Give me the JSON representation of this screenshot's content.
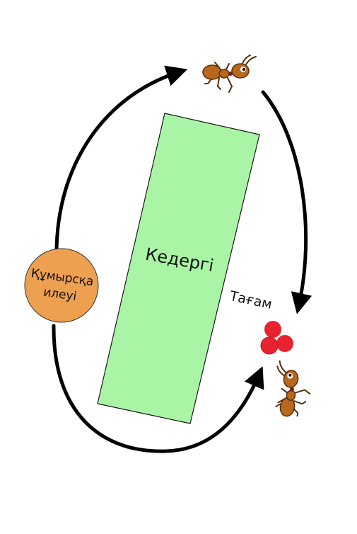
{
  "diagram": {
    "obstacle_label": "Кедергі",
    "nest_label_line1": "Құмырсқа",
    "nest_label_line2": "илеуі",
    "food_label": "Тағам"
  },
  "colors": {
    "obstacle_fill": "#aaf5a5",
    "nest_fill": "#eda04f",
    "food_fill": "#e8232f",
    "ant_body": "#b8681c",
    "arrow": "#000000"
  },
  "icons": [
    "ant-icon",
    "food-icon"
  ]
}
